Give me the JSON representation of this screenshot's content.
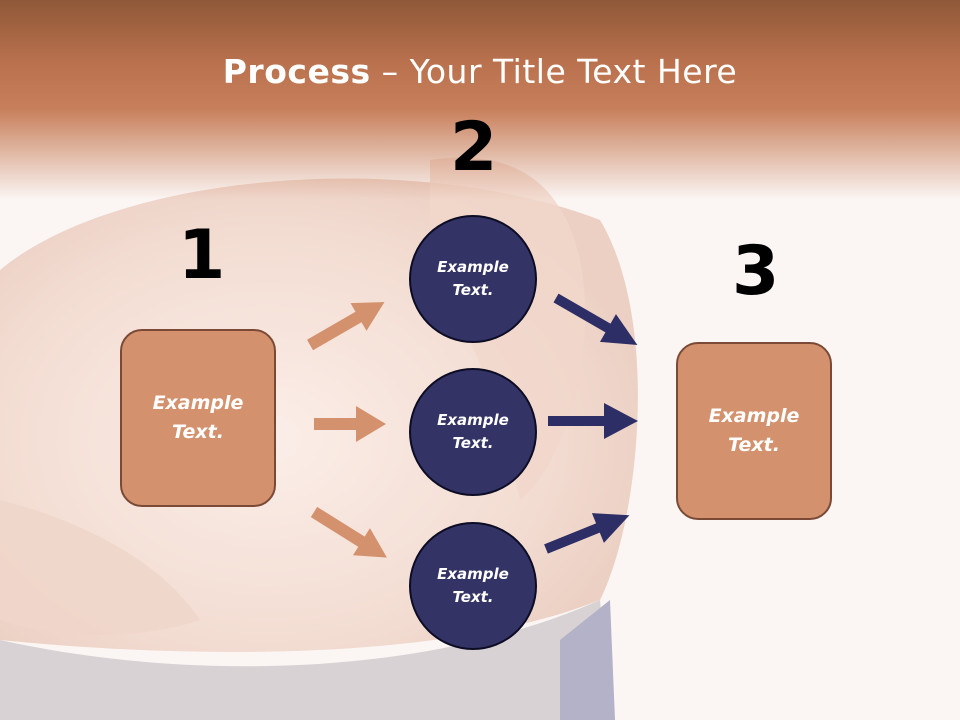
{
  "slide": {
    "title_bold": "Process",
    "title_rest": " – Your Title Text Here",
    "colors": {
      "header": "#b8704d",
      "box_fill": "#d4916e",
      "circle_fill": "#333366",
      "arrow_left": "#d4916e",
      "arrow_right": "#2e2e66"
    }
  },
  "steps": {
    "one": "1",
    "two": "2",
    "three": "3"
  },
  "boxes": {
    "left": "Example\nText.",
    "right": "Example\nText."
  },
  "circles": {
    "top": "Example\nText.",
    "middle": "Example\nText.",
    "bottom": "Example\nText."
  }
}
